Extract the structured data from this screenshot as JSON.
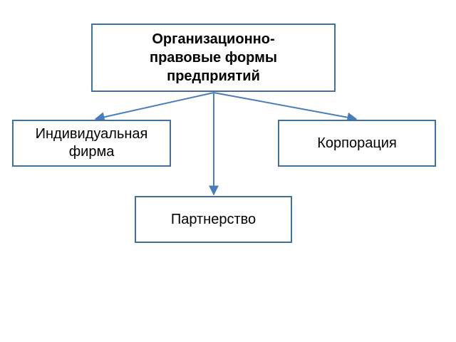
{
  "diagram": {
    "root": {
      "label": "Организационно-\nправовые формы\nпредприятий"
    },
    "children": [
      {
        "id": "individual",
        "label": "Индивидуальная\nфирма"
      },
      {
        "id": "partnership",
        "label": "Партнерство"
      },
      {
        "id": "corporation",
        "label": "Корпорация"
      }
    ]
  },
  "colors": {
    "box_border": "#41719c",
    "arrow": "#4a7ebb",
    "text": "#000000"
  }
}
